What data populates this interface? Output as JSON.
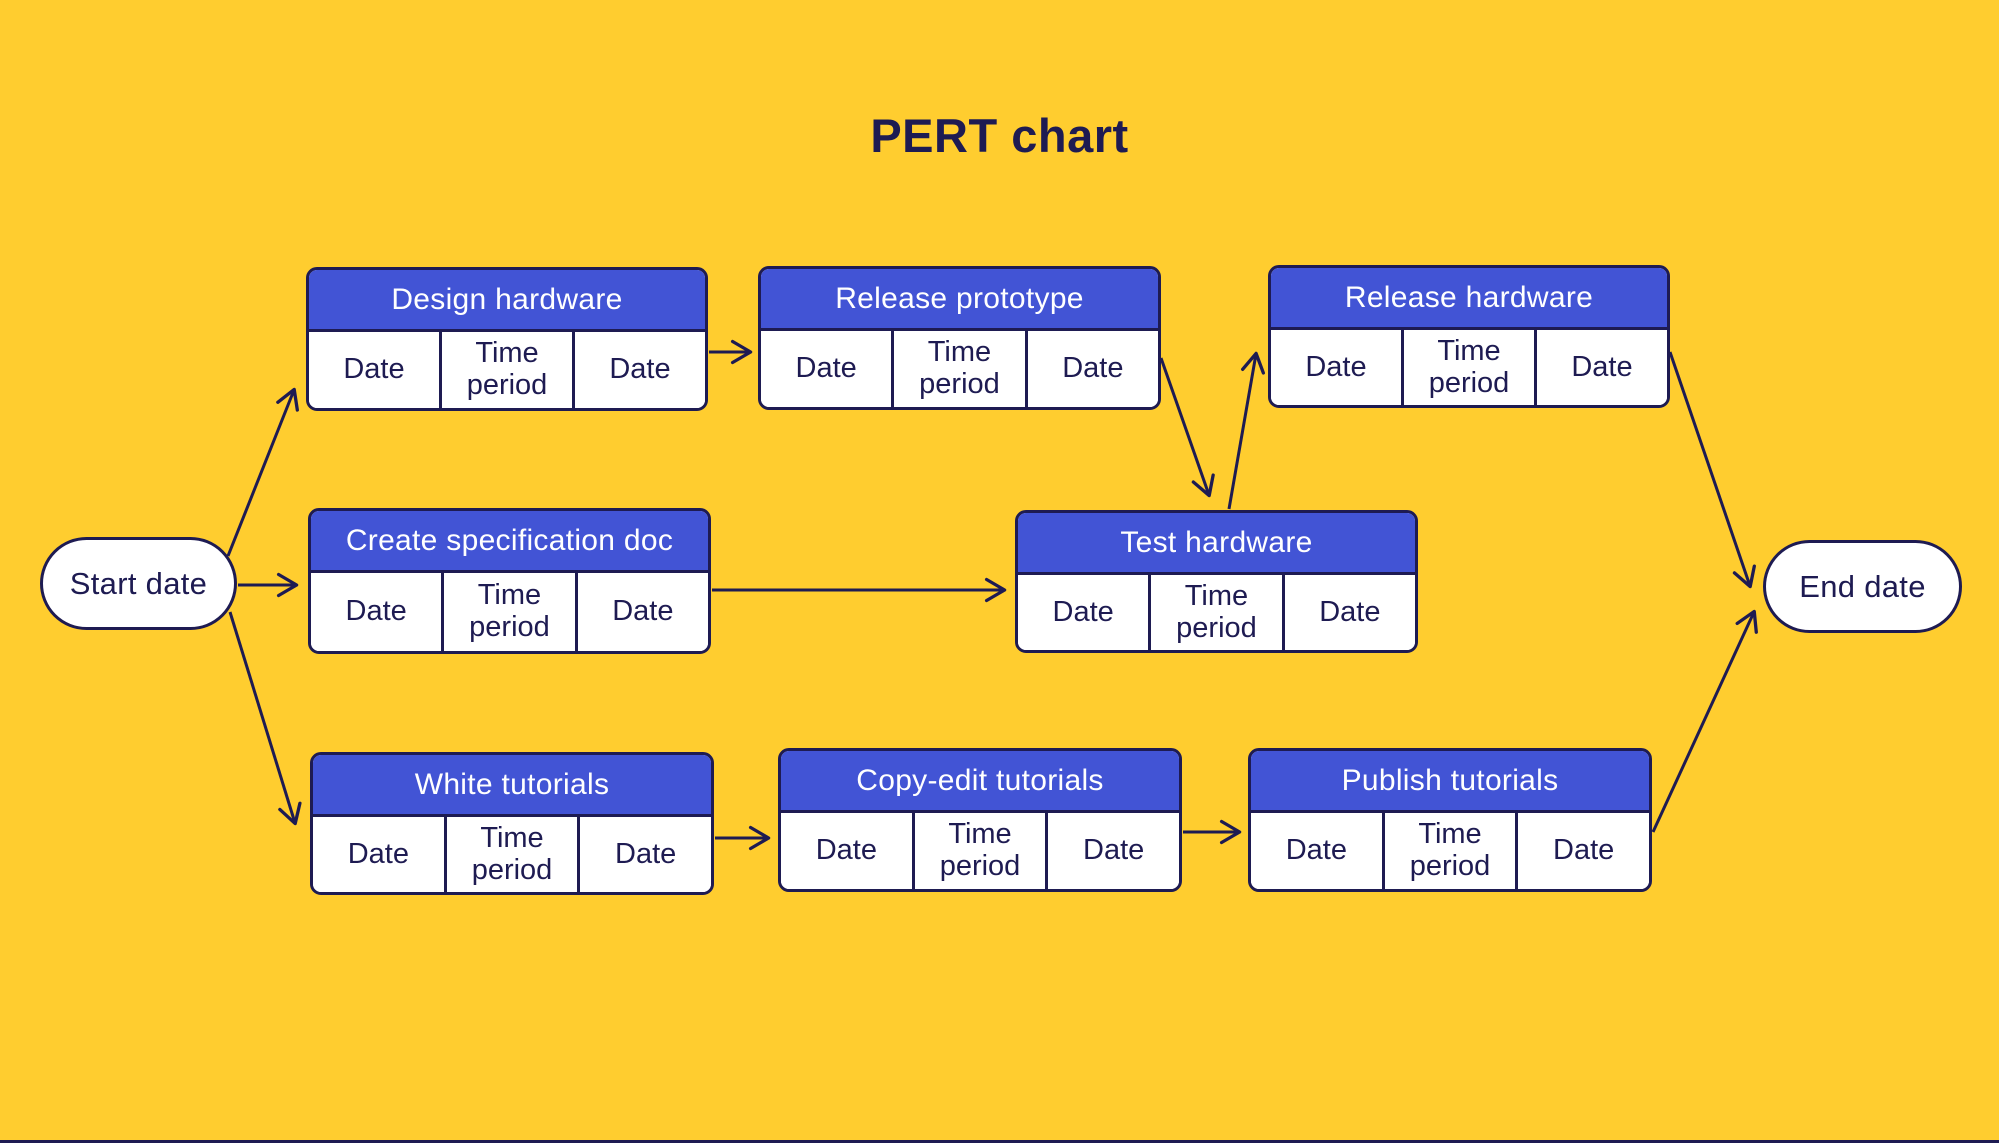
{
  "title": "PERT chart",
  "colors": {
    "background": "#FFCD2F",
    "task_header": "#4254D5",
    "outline": "#1E1B52",
    "node_fill": "#FFFFFF",
    "header_text": "#FFFFFF",
    "body_text": "#1E1B52"
  },
  "start_node": {
    "label": "Start date"
  },
  "end_node": {
    "label": "End date"
  },
  "tasks": [
    {
      "title": "Design hardware",
      "cells": [
        "Date",
        "Time period",
        "Date"
      ]
    },
    {
      "title": "Release prototype",
      "cells": [
        "Date",
        "Time period",
        "Date"
      ]
    },
    {
      "title": "Release hardware",
      "cells": [
        "Date",
        "Time period",
        "Date"
      ]
    },
    {
      "title": "Create specification doc",
      "cells": [
        "Date",
        "Time period",
        "Date"
      ]
    },
    {
      "title": "Test hardware",
      "cells": [
        "Date",
        "Time period",
        "Date"
      ]
    },
    {
      "title": "White tutorials",
      "cells": [
        "Date",
        "Time period",
        "Date"
      ]
    },
    {
      "title": "Copy-edit tutorials",
      "cells": [
        "Date",
        "Time period",
        "Date"
      ]
    },
    {
      "title": "Publish tutorials",
      "cells": [
        "Date",
        "Time period",
        "Date"
      ]
    }
  ],
  "edges": [
    {
      "from": "Start date",
      "to": "Design hardware"
    },
    {
      "from": "Start date",
      "to": "Create specification doc"
    },
    {
      "from": "Start date",
      "to": "White tutorials"
    },
    {
      "from": "Design hardware",
      "to": "Release prototype"
    },
    {
      "from": "Release prototype",
      "to": "Test hardware"
    },
    {
      "from": "Create specification doc",
      "to": "Test hardware"
    },
    {
      "from": "Test hardware",
      "to": "Release hardware"
    },
    {
      "from": "Release hardware",
      "to": "End date"
    },
    {
      "from": "White tutorials",
      "to": "Copy-edit tutorials"
    },
    {
      "from": "Copy-edit tutorials",
      "to": "Publish tutorials"
    },
    {
      "from": "Publish tutorials",
      "to": "End date"
    }
  ]
}
